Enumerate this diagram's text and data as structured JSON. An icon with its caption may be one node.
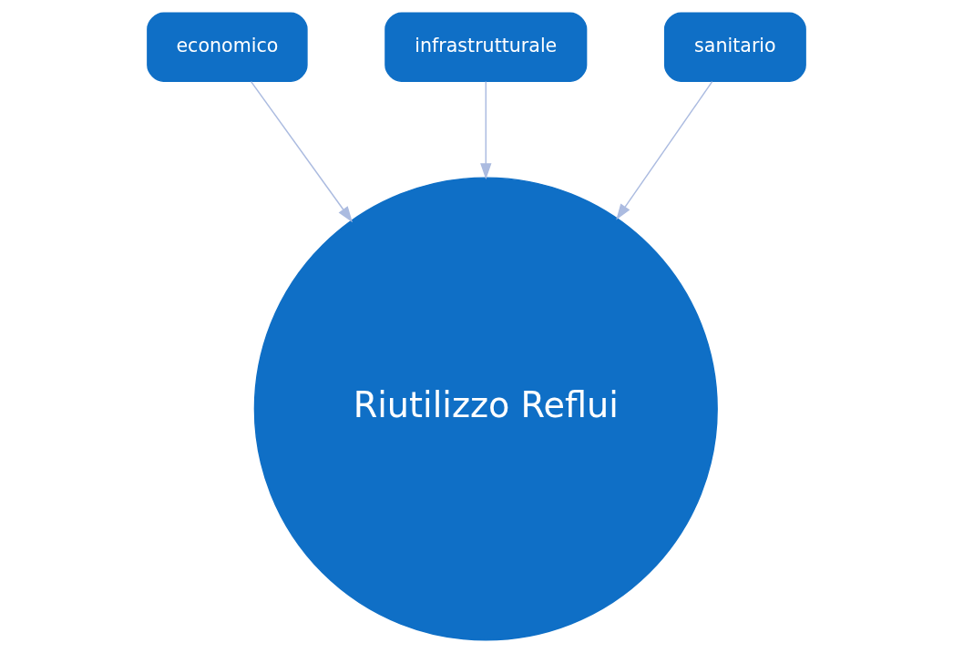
{
  "diagram": {
    "nodes": [
      {
        "text": [
          "economico"
        ]
      },
      {
        "text": [
          "infrastrutturale"
        ]
      },
      {
        "text": [
          "sanitario"
        ]
      },
      {
        "text": [
          "Riutilizzo Reflui"
        ]
      }
    ],
    "edges": [
      {
        "from": 0,
        "to": 3,
        "arrow": "to"
      },
      {
        "from": 1,
        "to": 3,
        "arrow": "to"
      },
      {
        "from": 2,
        "to": 3,
        "arrow": "to"
      }
    ]
  }
}
